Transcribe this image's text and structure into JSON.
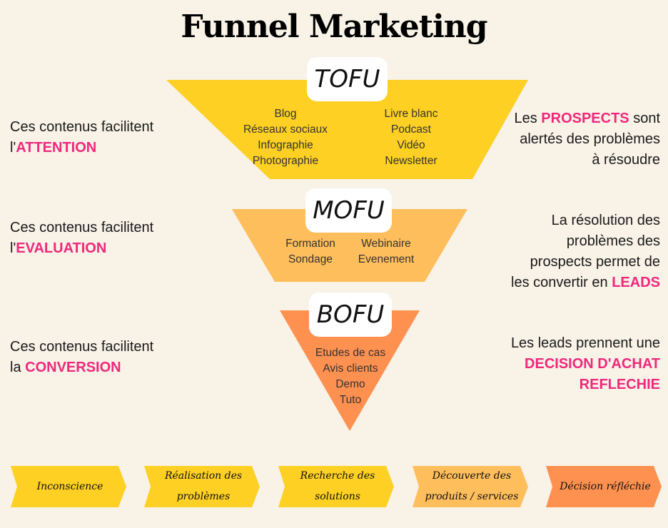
{
  "title": "Funnel Marketing",
  "colors": {
    "background": "#f8f2e7",
    "tofu": "#fdd023",
    "mofu": "#ffbe5c",
    "bofu": "#ff9150",
    "highlight": "#f0287c"
  },
  "funnel": {
    "tofu": {
      "label": "TOFU",
      "left_items": [
        "Blog",
        "Réseaux sociaux",
        "Infographie",
        "Photographie"
      ],
      "right_items": [
        "Livre blanc",
        "Podcast",
        "Vidéo",
        "Newsletter"
      ]
    },
    "mofu": {
      "label": "MOFU",
      "left_items": [
        "Formation",
        "Sondage"
      ],
      "right_items": [
        "Webinaire",
        "Evenement"
      ]
    },
    "bofu": {
      "label": "BOFU",
      "items": [
        "Etudes de cas",
        "Avis clients",
        "Demo",
        "Tuto"
      ]
    }
  },
  "left_notes": [
    {
      "line1": "Ces contenus facilitent",
      "prefix": "l'",
      "highlight": "ATTENTION"
    },
    {
      "line1": "Ces contenus facilitent",
      "prefix": "l'",
      "highlight": "EVALUATION"
    },
    {
      "line1": "Ces contenus facilitent",
      "prefix": "la ",
      "highlight": "CONVERSION"
    }
  ],
  "right_notes": [
    {
      "pre": "Les ",
      "highlight": "PROSPECTS",
      "post": " sont",
      "line2": "alertés des problèmes",
      "line3": "à résoudre"
    },
    {
      "line1": "La résolution des",
      "line2": "problèmes des",
      "line3": "prospects permet de",
      "pre4": "les convertir en ",
      "highlight": "LEADS"
    },
    {
      "line1": "Les leads prennent une",
      "highlight1": "DECISION D'ACHAT",
      "highlight2": "REFLECHIE"
    }
  ],
  "stages": [
    "Inconscience",
    "Réalisation des problèmes",
    "Recherche des solutions",
    "Découverte des produits / services",
    "Décision réfléchie"
  ]
}
